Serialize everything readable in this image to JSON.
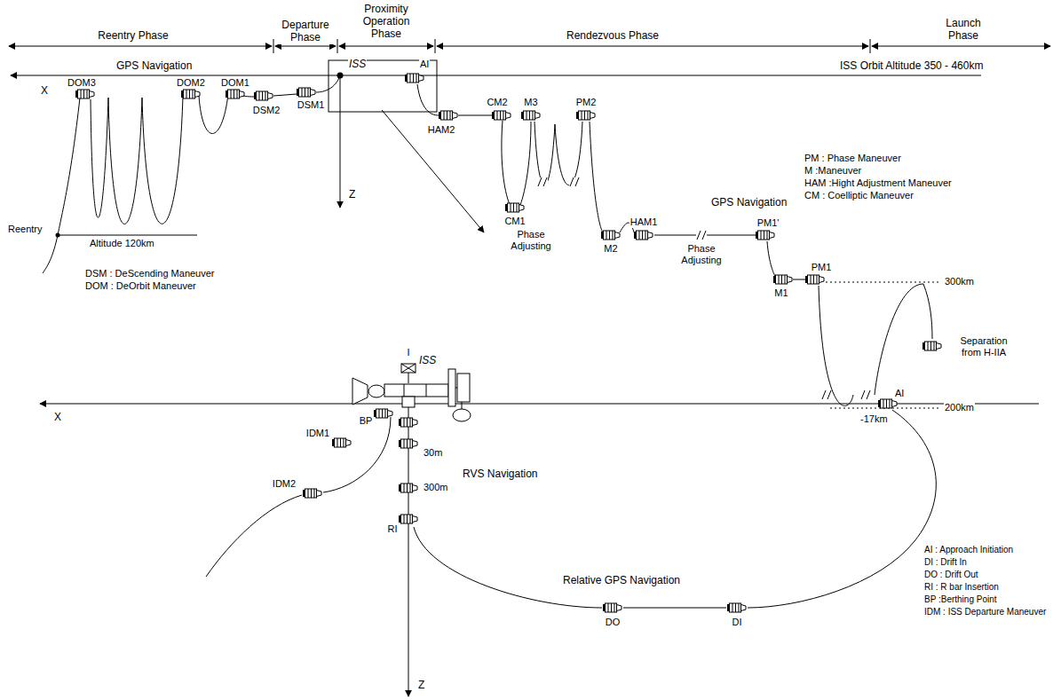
{
  "diagram": {
    "labels": [
      "Reentry Phase",
      "Departure Phase",
      "Proximity Operation Phase",
      "Rendezvous Phase",
      "Launch Phase",
      "GPS Navigation",
      "ISS",
      "AI",
      "ISS Orbit Altitude 350 - 460km",
      "X",
      "DOM3",
      "DOM2",
      "DOM1",
      "DSM2",
      "DSM1",
      "HAM2",
      "CM2",
      "M3",
      "PM2",
      "PM : Phase Maneuver",
      "M :Maneuver",
      "HAM :Hight Adjustment Maneuver",
      "CM : Coelliptic Maneuver",
      "GPS Navigation",
      "CM1",
      "Phase Adjusting",
      "M2",
      "HAM1",
      "Phase Adjusting",
      "PM1'",
      "PM1",
      "M1",
      "300km",
      "Separation from H-IIA",
      "200km",
      "Reentry",
      "Altitude 120km",
      "Z",
      "DSM : DeScending Maneuver",
      "DOM : DeOrbit Maneuver",
      "I",
      "ISS",
      "X",
      "BP",
      "IDM1",
      "30m",
      "300m",
      "RVS Navigation",
      "AI",
      "-17km",
      "IDM2",
      "RI",
      "Relative GPS Navigation",
      "DO",
      "DI",
      "Z",
      "AI : Approach Initiation",
      "DI : Drift In",
      "DO : Drift Out",
      "RI : R bar Insertion",
      "BP :Berthing Point",
      "IDM : ISS Departure Maneuver"
    ]
  }
}
